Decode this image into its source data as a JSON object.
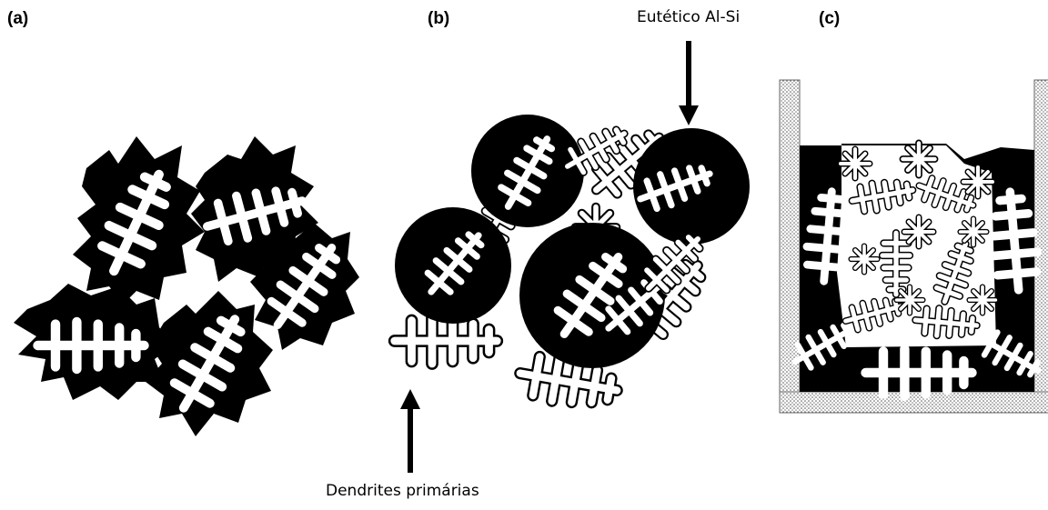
{
  "panels": [
    {
      "label": "(a)"
    },
    {
      "label": "(b)"
    },
    {
      "label": "(c)"
    }
  ],
  "annotations": {
    "eutectic": "Eutético Al-Si",
    "dendrites": "Dendrites primárias"
  },
  "colors": {
    "ink": "#000000",
    "background": "#ffffff",
    "crucible_fill": "#d9d9d9"
  }
}
